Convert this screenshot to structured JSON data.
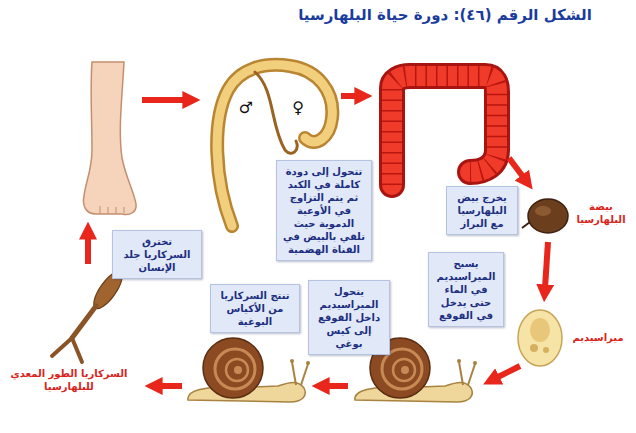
{
  "diagram": {
    "title": "الشكل الرقم (٤٦): دورة حياة البلهارسيا",
    "nodes": [
      {
        "text": [
          "تخترق السركاريا جلد الإنسان"
        ]
      },
      {
        "text": [
          "تتحول إلى دودة كاملة في الكبد ثم يتم التزاوج في الأوعية الدموية حيث تلقي بالبيض في القناة الهضمية"
        ]
      },
      {
        "text": [
          "يخرج بيض البلهارسيا مع البراز"
        ]
      },
      {
        "text": [
          "يسبح الميراسيديم في الماء حتى يدخل في القوقع"
        ]
      },
      {
        "text": [
          "يتحول الميراسيديم داخل القوقع إلى كيس بوغي"
        ]
      },
      {
        "text": [
          "تنتج السركاريا من الأكياس البوغية"
        ]
      }
    ],
    "labels": [
      "♂",
      "♀",
      "بيضة البلهارسيا",
      "ميراسيديم",
      "السركاريا الطور المعدي للبلهارسيا"
    ]
  }
}
